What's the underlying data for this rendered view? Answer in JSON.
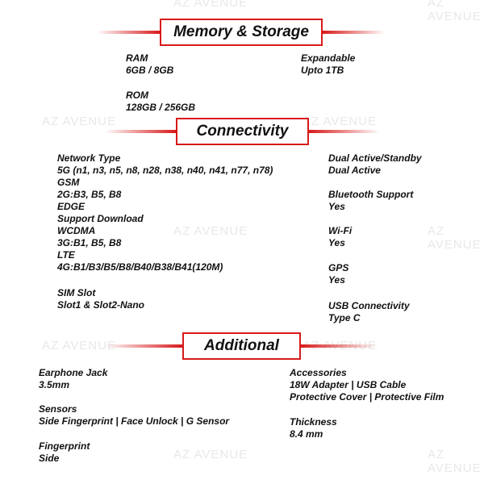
{
  "watermark": "AZ AVENUE",
  "colors": {
    "accent": "#d71a1a"
  },
  "sections": {
    "memory": {
      "title": "Memory & Storage",
      "items": [
        {
          "label": "RAM",
          "value": "6GB / 8GB"
        },
        {
          "label": "Expandable",
          "value": "Upto 1TB"
        },
        {
          "label": "ROM",
          "value": "128GB / 256GB"
        }
      ]
    },
    "connectivity": {
      "title": "Connectivity",
      "left": [
        {
          "label": "Network Type",
          "value": "5G (n1, n3, n5, n8, n28, n38, n40, n41, n77, n78)"
        },
        {
          "label": "GSM",
          "value": "2G:B3, B5, B8"
        },
        {
          "label": "EDGE",
          "value": "Support Download"
        },
        {
          "label": "WCDMA",
          "value": "3G:B1, B5, B8"
        },
        {
          "label": "LTE",
          "value": "4G:B1/B3/B5/B8/B40/B38/B41(120M)"
        },
        {
          "label": "SIM Slot",
          "value": "Slot1 & Slot2-Nano"
        }
      ],
      "right": [
        {
          "label": "Dual Active/Standby",
          "value": "Dual Active"
        },
        {
          "label": "Bluetooth Support",
          "value": "Yes"
        },
        {
          "label": "Wi-Fi",
          "value": "Yes"
        },
        {
          "label": "GPS",
          "value": "Yes"
        },
        {
          "label": "USB Connectivity",
          "value": "Type C"
        }
      ]
    },
    "additional": {
      "title": "Additional",
      "left": [
        {
          "label": "Earphone Jack",
          "value": "3.5mm"
        },
        {
          "label": "Sensors",
          "value": "Side Fingerprint | Face Unlock | G Sensor"
        },
        {
          "label": "Fingerprint",
          "value": "Side"
        }
      ],
      "right": [
        {
          "label": "Accessories",
          "value": "18W Adapter | USB Cable",
          "value2": "Protective Cover | Protective Film"
        },
        {
          "label": "Thickness",
          "value": "8.4 mm"
        }
      ]
    }
  }
}
